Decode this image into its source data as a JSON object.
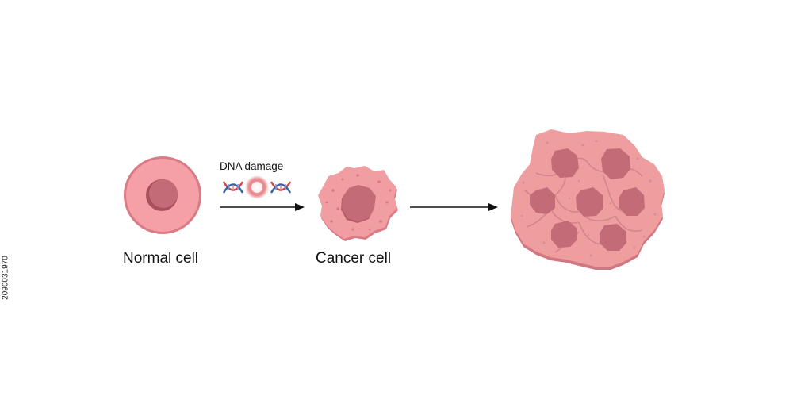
{
  "labels": {
    "normal_cell": "Normal cell",
    "cancer_cell": "Cancer cell",
    "dna_damage": "DNA damage"
  },
  "stock_id": "2090031970",
  "colors": {
    "cytoplasm": "#f5a0a6",
    "cytoplasm_shadow": "#d97a84",
    "nucleus": "#c46b78",
    "nucleus_dark": "#a9505e",
    "tumor_cytoplasm": "#ef9ea0",
    "dna_red": "#d8424a",
    "dna_blue": "#3b5fa8",
    "arrow": "#111111"
  }
}
